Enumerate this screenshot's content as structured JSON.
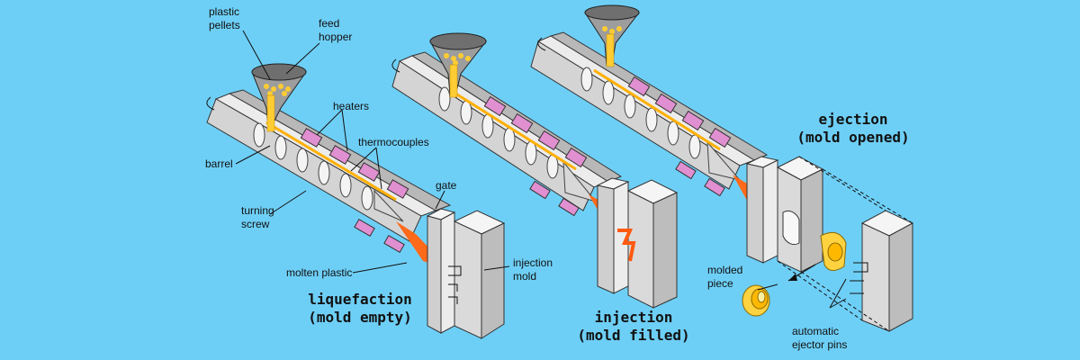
{
  "labels": {
    "plastic_pellets": [
      "plastic",
      "pellets"
    ],
    "feed_hopper": [
      "feed",
      "hopper"
    ],
    "heaters": "heaters",
    "thermocouples": "thermocouples",
    "barrel": "barrel",
    "gate": "gate",
    "turning_screw": [
      "turning",
      "screw"
    ],
    "molten_plastic": "molten plastic",
    "injection_mold": [
      "injection",
      "mold"
    ],
    "molded_piece": [
      "molded",
      "piece"
    ],
    "ejector_pins": [
      "automatic",
      "ejector pins"
    ]
  },
  "stages": [
    {
      "title": "liquefaction",
      "subtitle": "(mold empty)"
    },
    {
      "title": "injection",
      "subtitle": "(mold filled)"
    },
    {
      "title": "ejection",
      "subtitle": "(mold opened)"
    }
  ],
  "colors": {
    "background": "#6ecff6",
    "barrel": "#e8e8e8",
    "barrel_shade": "#a9a9a9",
    "heater": "#e08fd0",
    "molten": "#ff6a1a",
    "pellets": "#ffcc33",
    "mold": "#e6e6e6"
  }
}
